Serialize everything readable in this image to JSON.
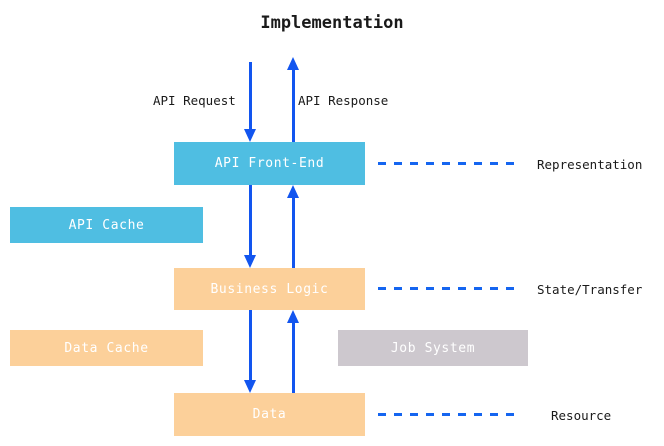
{
  "diagram": {
    "title": "Implementation",
    "nodes": {
      "api_front_end": "API Front-End",
      "api_cache": "API Cache",
      "business_logic": "Business Logic",
      "data_cache": "Data Cache",
      "job_system": "Job System",
      "data": "Data"
    },
    "flow_labels": {
      "request": "API Request",
      "response": "API Response"
    },
    "side_labels": {
      "representation": "Representation",
      "state_transfer": "State/Transfer",
      "resource": "Resource"
    },
    "colors": {
      "blue_node": "#4fbee2",
      "orange_node": "#fcd09a",
      "gray_node": "#cdc8ce",
      "arrow": "#1255ef",
      "dash": "#1565f0",
      "text_on_node": "#ffffff",
      "text_label": "#1a1a1a",
      "background": "#ffffff"
    }
  }
}
